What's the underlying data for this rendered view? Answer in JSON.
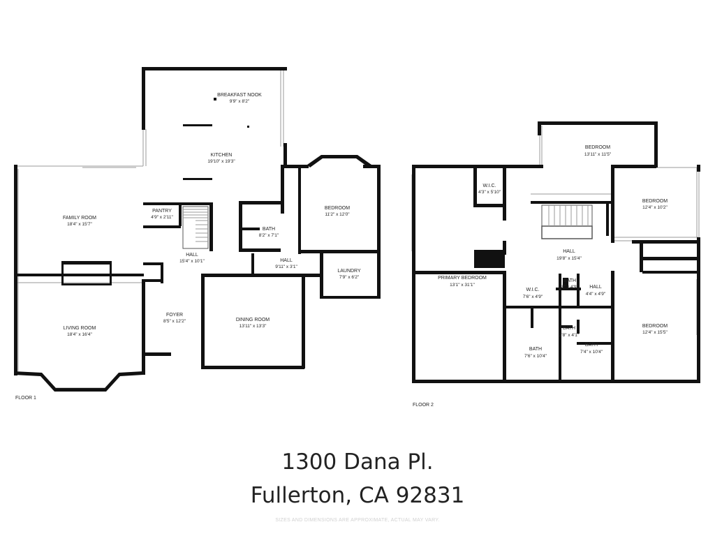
{
  "floor1": {
    "label": "FLOOR 1",
    "rooms": [
      {
        "id": "breakfast-nook",
        "name": "BREAKFAST NOOK",
        "dims": "9'9\" x 8'2\""
      },
      {
        "id": "kitchen",
        "name": "KITCHEN",
        "dims": "19'10\" x 19'3\""
      },
      {
        "id": "family-room",
        "name": "FAMILY ROOM",
        "dims": "18'4\" x 15'7\""
      },
      {
        "id": "pantry",
        "name": "PANTRY",
        "dims": "4'9\" x 2'11\""
      },
      {
        "id": "bath",
        "name": "BATH",
        "dims": "8'2\" x 7'1\""
      },
      {
        "id": "bedroom",
        "name": "BEDROOM",
        "dims": "11'2\" x 12'0\""
      },
      {
        "id": "hall-main",
        "name": "HALL",
        "dims": "15'4\" x 10'1\""
      },
      {
        "id": "hall-small",
        "name": "HALL",
        "dims": "9'11\" x 3'1\""
      },
      {
        "id": "laundry",
        "name": "LAUNDRY",
        "dims": "7'9\" x 6'2\""
      },
      {
        "id": "foyer",
        "name": "FOYER",
        "dims": "8'5\" x 12'2\""
      },
      {
        "id": "dining-room",
        "name": "DINING ROOM",
        "dims": "13'11\" x 13'3\""
      },
      {
        "id": "living-room",
        "name": "LIVING ROOM",
        "dims": "18'4\" x 16'4\""
      }
    ]
  },
  "floor2": {
    "label": "FLOOR 2",
    "rooms": [
      {
        "id": "bedroom-top",
        "name": "BEDROOM",
        "dims": "13'11\" x 11'5\""
      },
      {
        "id": "wic-top",
        "name": "W.I.C.",
        "dims": "4'3\" x 5'10\""
      },
      {
        "id": "bedroom-right",
        "name": "BEDROOM",
        "dims": "12'4\" x 10'2\""
      },
      {
        "id": "hall",
        "name": "HALL",
        "dims": "19'8\" x 15'4\""
      },
      {
        "id": "primary-bedroom",
        "name": "PRIMARY BEDROOM",
        "dims": "13'1\" x 31'1\""
      },
      {
        "id": "wic",
        "name": "W.I.C.",
        "dims": "7'6\" x 4'9\""
      },
      {
        "id": "bath-small",
        "name": "BATH",
        "dims": "8\" x 4'9\""
      },
      {
        "id": "hall-small",
        "name": "HALL",
        "dims": "4'4\" x 4'9\""
      },
      {
        "id": "bath-mid",
        "name": "BATH",
        "dims": "2'8\" x 4'1\""
      },
      {
        "id": "bath-left",
        "name": "BATH",
        "dims": "7'6\" x 10'4\""
      },
      {
        "id": "bath-right",
        "name": "BATH",
        "dims": "7'4\" x 10'4\""
      },
      {
        "id": "bedroom-bottom",
        "name": "BEDROOM",
        "dims": "12'4\" x 15'5\""
      }
    ]
  },
  "address": {
    "line1": "1300 Dana Pl.",
    "line2": "Fullerton, CA 92831"
  },
  "disclaimer": "SIZES AND DIMENSIONS ARE APPROXIMATE, ACTUAL MAY VARY."
}
